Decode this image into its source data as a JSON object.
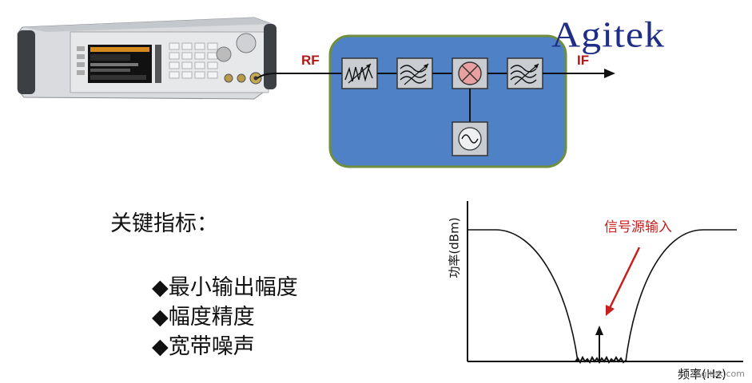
{
  "logo": "Agitek",
  "signal_labels": {
    "rf": "RF",
    "if": "IF"
  },
  "key_specs": {
    "title": "关键指标：",
    "items": [
      "◆最小输出幅度",
      "◆幅度精度",
      "◆宽带噪声"
    ]
  },
  "spectrum": {
    "annotation": "信号源输入",
    "y_label": "功率(dBm)",
    "x_label": "频率(Hz)",
    "watermark": "Agitek.com"
  },
  "colors": {
    "module_fill": "#4f81c7",
    "module_border": "#6f8f3f",
    "label_red": "#b01818",
    "mixer_fill": "#e8a0a0"
  }
}
